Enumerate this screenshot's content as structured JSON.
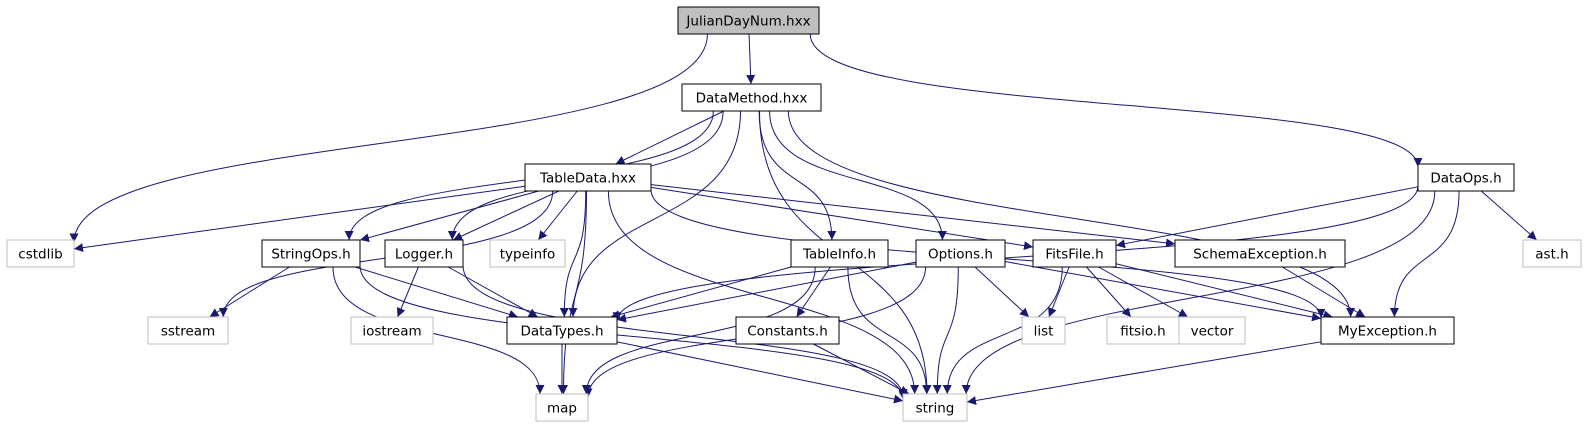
{
  "graph": {
    "colors": {
      "edge": "#191970",
      "root_fill": "#bfbfbf",
      "local_border": "#000000",
      "system_border": "#bfbfbf"
    },
    "nodes": [
      {
        "id": "julian",
        "label": "JulianDayNum.hxx",
        "kind": "root"
      },
      {
        "id": "datamethod",
        "label": "DataMethod.hxx",
        "kind": "local"
      },
      {
        "id": "tabledata",
        "label": "TableData.hxx",
        "kind": "local"
      },
      {
        "id": "dataops",
        "label": "DataOps.h",
        "kind": "local"
      },
      {
        "id": "cstdlib",
        "label": "cstdlib",
        "kind": "system"
      },
      {
        "id": "stringops",
        "label": "StringOps.h",
        "kind": "local"
      },
      {
        "id": "logger",
        "label": "Logger.h",
        "kind": "local"
      },
      {
        "id": "typeinfo",
        "label": "typeinfo",
        "kind": "system"
      },
      {
        "id": "tableinfo",
        "label": "TableInfo.h",
        "kind": "local"
      },
      {
        "id": "options",
        "label": "Options.h",
        "kind": "local"
      },
      {
        "id": "fitsfile",
        "label": "FitsFile.h",
        "kind": "local"
      },
      {
        "id": "schemaexc",
        "label": "SchemaException.h",
        "kind": "local"
      },
      {
        "id": "asth",
        "label": "ast.h",
        "kind": "system"
      },
      {
        "id": "sstream",
        "label": "sstream",
        "kind": "system"
      },
      {
        "id": "iostream",
        "label": "iostream",
        "kind": "system"
      },
      {
        "id": "datatypes",
        "label": "DataTypes.h",
        "kind": "local"
      },
      {
        "id": "constants",
        "label": "Constants.h",
        "kind": "local"
      },
      {
        "id": "list",
        "label": "list",
        "kind": "system"
      },
      {
        "id": "fitsio",
        "label": "fitsio.h",
        "kind": "system"
      },
      {
        "id": "vector",
        "label": "vector",
        "kind": "system"
      },
      {
        "id": "myexc",
        "label": "MyException.h",
        "kind": "local"
      },
      {
        "id": "map",
        "label": "map",
        "kind": "system"
      },
      {
        "id": "string",
        "label": "string",
        "kind": "system"
      }
    ],
    "edges": [
      [
        "julian",
        "datamethod"
      ],
      [
        "julian",
        "cstdlib"
      ],
      [
        "julian",
        "dataops"
      ],
      [
        "datamethod",
        "tabledata"
      ],
      [
        "datamethod",
        "stringops"
      ],
      [
        "datamethod",
        "logger"
      ],
      [
        "datamethod",
        "datatypes"
      ],
      [
        "datamethod",
        "tableinfo"
      ],
      [
        "datamethod",
        "options"
      ],
      [
        "datamethod",
        "myexc"
      ],
      [
        "datamethod",
        "string"
      ],
      [
        "tabledata",
        "cstdlib"
      ],
      [
        "tabledata",
        "map"
      ],
      [
        "tabledata",
        "sstream"
      ],
      [
        "tabledata",
        "stringops"
      ],
      [
        "tabledata",
        "logger"
      ],
      [
        "tabledata",
        "typeinfo"
      ],
      [
        "tabledata",
        "datatypes"
      ],
      [
        "tabledata",
        "string"
      ],
      [
        "tabledata",
        "fitsfile"
      ],
      [
        "tabledata",
        "schemaexc"
      ],
      [
        "tabledata",
        "myexc"
      ],
      [
        "dataops",
        "datatypes"
      ],
      [
        "dataops",
        "fitsfile"
      ],
      [
        "dataops",
        "myexc"
      ],
      [
        "dataops",
        "asth"
      ],
      [
        "dataops",
        "string"
      ],
      [
        "stringops",
        "sstream"
      ],
      [
        "stringops",
        "datatypes"
      ],
      [
        "stringops",
        "map"
      ],
      [
        "stringops",
        "string"
      ],
      [
        "logger",
        "iostream"
      ],
      [
        "logger",
        "datatypes"
      ],
      [
        "logger",
        "string"
      ],
      [
        "tableinfo",
        "datatypes"
      ],
      [
        "tableinfo",
        "map"
      ],
      [
        "tableinfo",
        "constants"
      ],
      [
        "tableinfo",
        "string"
      ],
      [
        "options",
        "datatypes"
      ],
      [
        "options",
        "map"
      ],
      [
        "options",
        "string"
      ],
      [
        "options",
        "list"
      ],
      [
        "options",
        "myexc"
      ],
      [
        "fitsfile",
        "list"
      ],
      [
        "fitsfile",
        "fitsio"
      ],
      [
        "fitsfile",
        "vector"
      ],
      [
        "fitsfile",
        "myexc"
      ],
      [
        "fitsfile",
        "string"
      ],
      [
        "schemaexc",
        "myexc"
      ],
      [
        "datatypes",
        "map"
      ],
      [
        "datatypes",
        "string"
      ],
      [
        "constants",
        "string"
      ],
      [
        "myexc",
        "string"
      ]
    ]
  }
}
